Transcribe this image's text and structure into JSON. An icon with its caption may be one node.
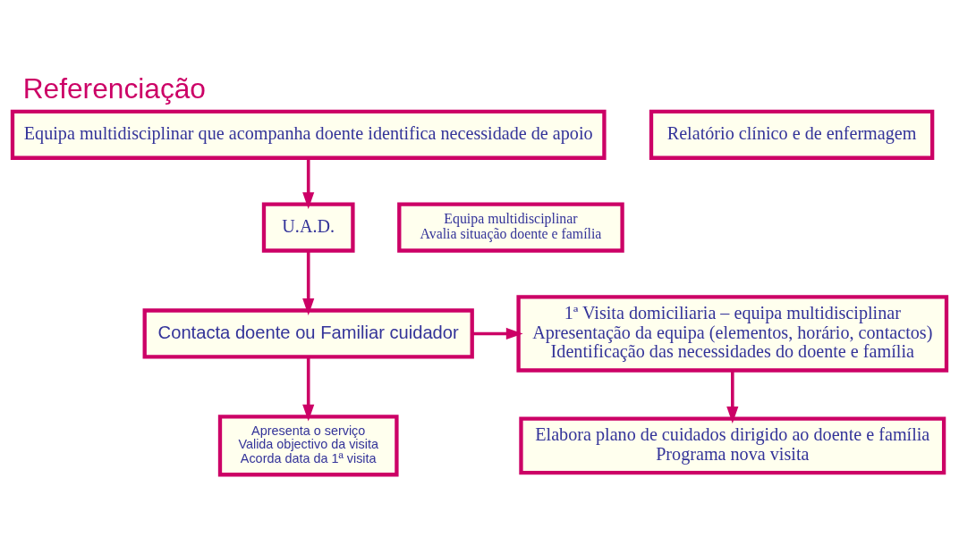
{
  "diagram": {
    "title": "Referenciação",
    "nodes": [
      {
        "text": [
          "Equipa multidisciplinar que acompanha doente identifica necessidade de apoio"
        ]
      },
      {
        "text": [
          "Relatório clínico e de enfermagem"
        ]
      },
      {
        "text": [
          "U.A.D."
        ]
      },
      {
        "text": [
          "Equipa multidisciplinar",
          "Avalia situação doente e família"
        ]
      },
      {
        "text": [
          "1ª Visita domiciliaria – equipa multidisciplinar",
          "Apresentação da equipa (elementos, horário, contactos)",
          "Identificação das necessidades do doente e família"
        ]
      },
      {
        "text": [
          "Contacta doente ou Familiar cuidador"
        ]
      },
      {
        "text": [
          "Apresenta o serviço",
          "Valida objectivo da visita",
          "Acorda data da 1ª visita"
        ]
      },
      {
        "text": [
          "Elabora plano de cuidados dirigido ao doente e família",
          "Programa nova visita"
        ]
      }
    ],
    "edges": [
      {
        "from": 0,
        "to": 2,
        "arrow": "to"
      },
      {
        "from": 2,
        "to": 5,
        "arrow": "to"
      },
      {
        "from": 5,
        "to": 4,
        "arrow": "to"
      },
      {
        "from": 5,
        "to": 6,
        "arrow": "to"
      },
      {
        "from": 4,
        "to": 7,
        "arrow": "to"
      }
    ]
  }
}
